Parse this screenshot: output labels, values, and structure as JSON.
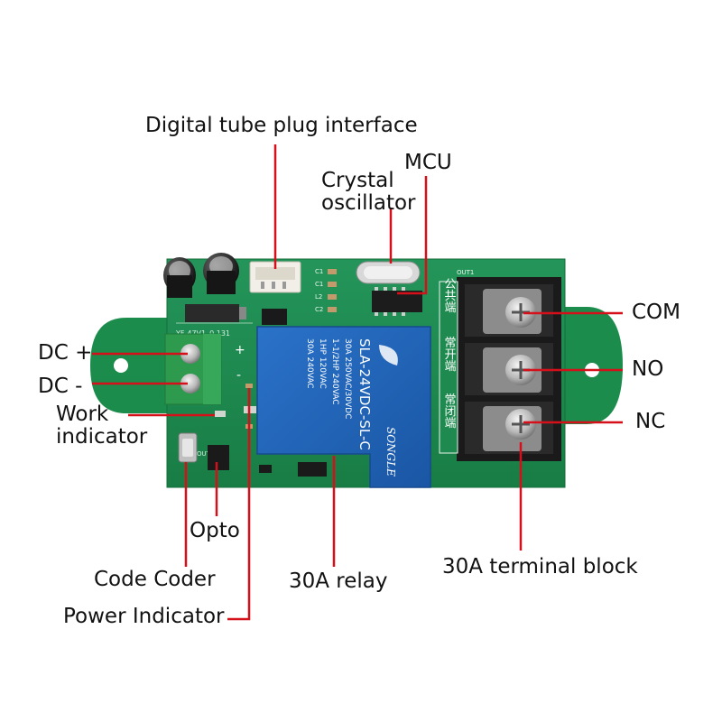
{
  "labels": {
    "digital_tube_plug_interface": "Digital tube plug interface",
    "mcu": "MCU",
    "crystal_oscillator": "Crystal\noscillator",
    "com": "COM",
    "no": "NO",
    "nc": "NC",
    "dc_plus": "DC +",
    "dc_minus": "DC -",
    "work_indicator": "Work\nindicator",
    "opto": "Opto",
    "code_coder": "Code Coder",
    "power_indicator": "Power Indicator",
    "relay_30a": "30A relay",
    "terminal_block_30a": "30A terminal block"
  },
  "board_text": {
    "relay_model": "SLA-24VDC-SL-C",
    "relay_brand": "SONGLE",
    "relay_rating_1": "30A 250VAC/30VDC",
    "relay_rating_2": "1-1/2HP 240VAC",
    "relay_rating_3": "1HP 120VAC",
    "relay_rating_4": "30A 240VAC",
    "terminal_com": "公共端",
    "terminal_no": "常开端",
    "terminal_nc": "常闭端",
    "out1": "OUT1"
  },
  "colors": {
    "pcb": "#1e8a4f",
    "pcb_edge": "#167a42",
    "relay": "#1d5fb3",
    "leader": "#d6101b",
    "terminal": "#1a1a1a",
    "screw_terminal": "#2e9a4e"
  }
}
